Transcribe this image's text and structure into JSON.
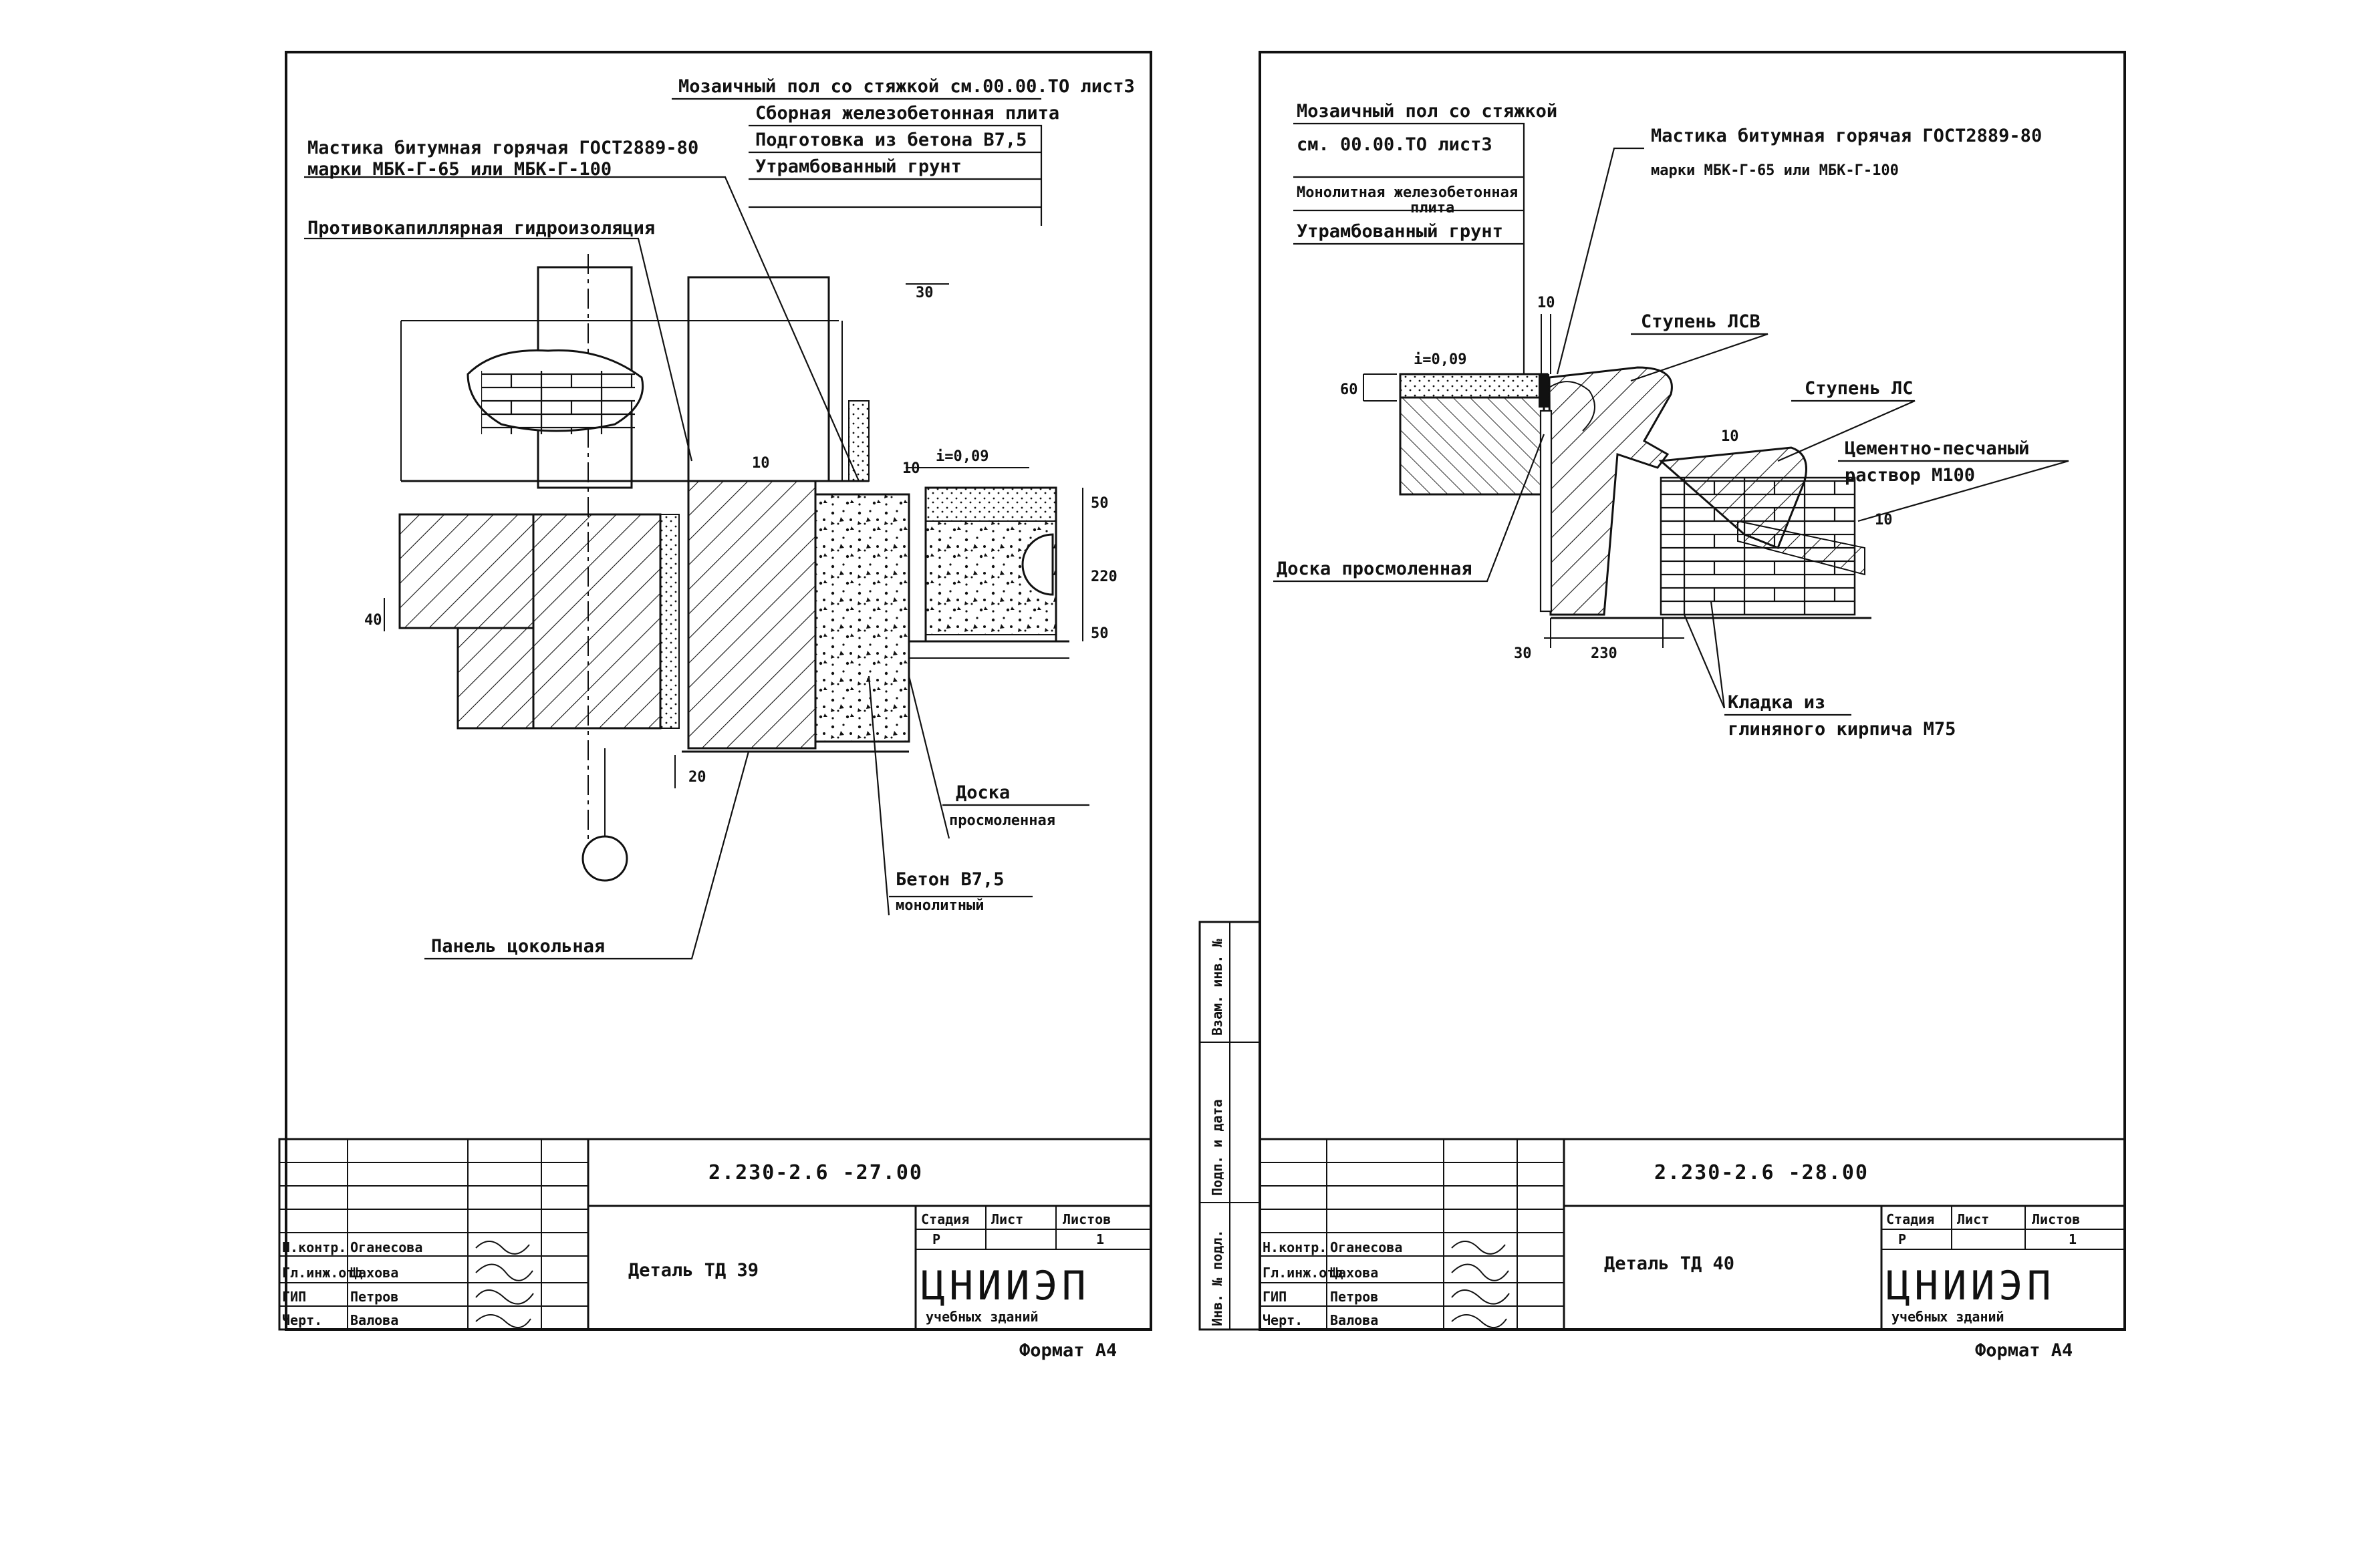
{
  "sheet_left": {
    "labels": {
      "floor": "Мозаичный пол со стяжкой см.00.00.ТО лист3",
      "slab": "Сборная железобетонная плита",
      "prep": "Подготовка из бетона В7,5",
      "ground": "Утрамбованный грунт",
      "mastic_1": "Мастика битумная горячая ГОСТ2889-80",
      "mastic_2": "марки МБК-Г-65 или МБК-Г-100",
      "hydro": "Противокапиллярная гидроизоляция",
      "board_1": "Доска",
      "board_2": "просмоленная",
      "concrete_1": "Бетон В7,5",
      "concrete_2": "монолитный",
      "panel": "Панель цокольная",
      "slope": "i=0,09"
    },
    "dims": {
      "d30": "30",
      "d10": "10",
      "d10b": "10",
      "d50a": "50",
      "d220": "220",
      "d50b": "50",
      "d40": "40",
      "d20": "20"
    },
    "title_block": {
      "code": "2.230-2.6 -27.00",
      "title": "Деталь ТД 39",
      "stage_h": "Стадия",
      "sheet_h": "Лист",
      "sheets_h": "Листов",
      "stage": "Р",
      "sheets": "1",
      "org": "ЦНИИЭП",
      "org_sub": "учебных зданий",
      "roles": [
        "Н.контр.",
        "Гл.инж.отд",
        "ГИП",
        "Черт."
      ],
      "names": [
        "Оганесова",
        "Шахова",
        "Петров",
        "Валова"
      ]
    },
    "format": "Формат А4"
  },
  "sheet_right": {
    "labels": {
      "floor_1": "Мозаичный пол со стяжкой",
      "floor_2": "см. 00.00.ТО лист3",
      "slab_1": "Монолитная железобетонная",
      "slab_2": "плита",
      "ground": "Утрамбованный грунт",
      "mastic_1": "Мастика битумная горячая ГОСТ2889-80",
      "mastic_2": "марки МБК-Г-65 или МБК-Г-100",
      "step_lsv": "Ступень ЛСВ",
      "step_ls": "Ступень ЛС",
      "mortar_1": "Цементно-песчаный",
      "mortar_2": "раствор М100",
      "board": "Доска просмоленная",
      "masonry_1": "Кладка из",
      "masonry_2": "глиняного кирпича М75",
      "slope": "i=0,09"
    },
    "dims": {
      "d10a": "10",
      "d60": "60",
      "d10b": "10",
      "d10c": "10",
      "d30": "30",
      "d230": "230"
    },
    "side_stamp": [
      "Инв. № подл.",
      "Подп. и дата",
      "Взам. инв. №"
    ],
    "title_block": {
      "code": "2.230-2.6 -28.00",
      "title": "Деталь ТД 40",
      "stage_h": "Стадия",
      "sheet_h": "Лист",
      "sheets_h": "Листов",
      "stage": "Р",
      "sheets": "1",
      "org": "ЦНИИЭП",
      "org_sub": "учебных зданий",
      "roles": [
        "Н.контр.",
        "Гл.инж.отд",
        "ГИП",
        "Черт."
      ],
      "names": [
        "Оганесова",
        "Шахова",
        "Петров",
        "Валова"
      ]
    },
    "format": "Формат А4"
  }
}
